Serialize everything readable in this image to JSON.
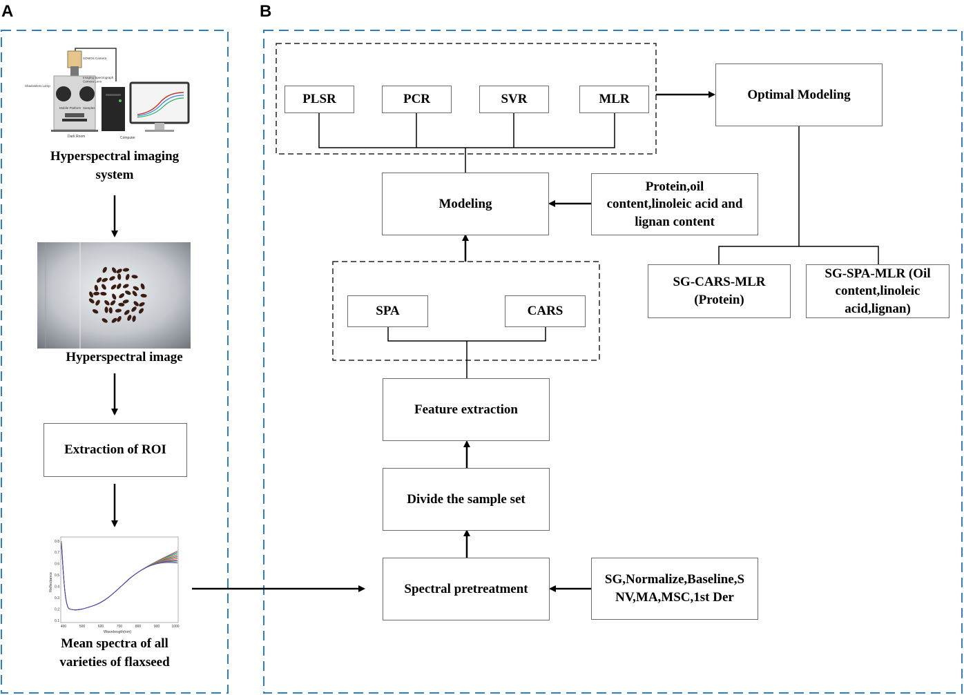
{
  "panels": {
    "a_label": "A",
    "b_label": "B"
  },
  "panel_a": {
    "system_caption": "Hyperspectral imaging\nsystem",
    "image_caption": "Hyperspectral image",
    "roi_box": "Extraction of ROI",
    "spectra_caption": "Mean spectra of all\nvarieties of flaxseed",
    "system_illustration": {
      "camera_label": "SOMOS Camera",
      "lens_label": "Imaging Spectrograph\nCamera Lens",
      "lamp_label": "Shadowless Lamp",
      "platform_label": "Mobile Platform",
      "samples_label": "Samples",
      "darkroom_label": "Dark Room",
      "computer_label": "Computer"
    },
    "spectra_plot": {
      "ylabel": "Reflectance",
      "xlabel": "Wavelength(nm)",
      "yticks": [
        "0.8",
        "0.7",
        "0.6",
        "0.5",
        "0.4",
        "0.3",
        "0.2",
        "0.1"
      ],
      "xticks": [
        "400",
        "500",
        "600",
        "700",
        "800",
        "900",
        "1000"
      ]
    }
  },
  "panel_b": {
    "models": [
      "PLSR",
      "PCR",
      "SVR",
      "MLR"
    ],
    "optimal": "Optimal Modeling",
    "modeling": "Modeling",
    "targets": "Protein,oil\ncontent,linoleic acid and\nlignan content",
    "feature_methods": [
      "SPA",
      "CARS"
    ],
    "feature_extraction": "Feature extraction",
    "divide": "Divide the sample set",
    "pretreatment": "Spectral pretreatment",
    "pretreatment_methods": "SG,Normalize,Baseline,S\nNV,MA,MSC,1st Der",
    "result_protein": "SG-CARS-MLR\n(Protein)",
    "result_others": "SG-SPA-MLR\n(Oil content,linoleic\nacid,lignan)"
  },
  "colors": {
    "panel_border": "#2a7fc4",
    "group_border": "#222222",
    "box_border": "#6b6b6b"
  }
}
